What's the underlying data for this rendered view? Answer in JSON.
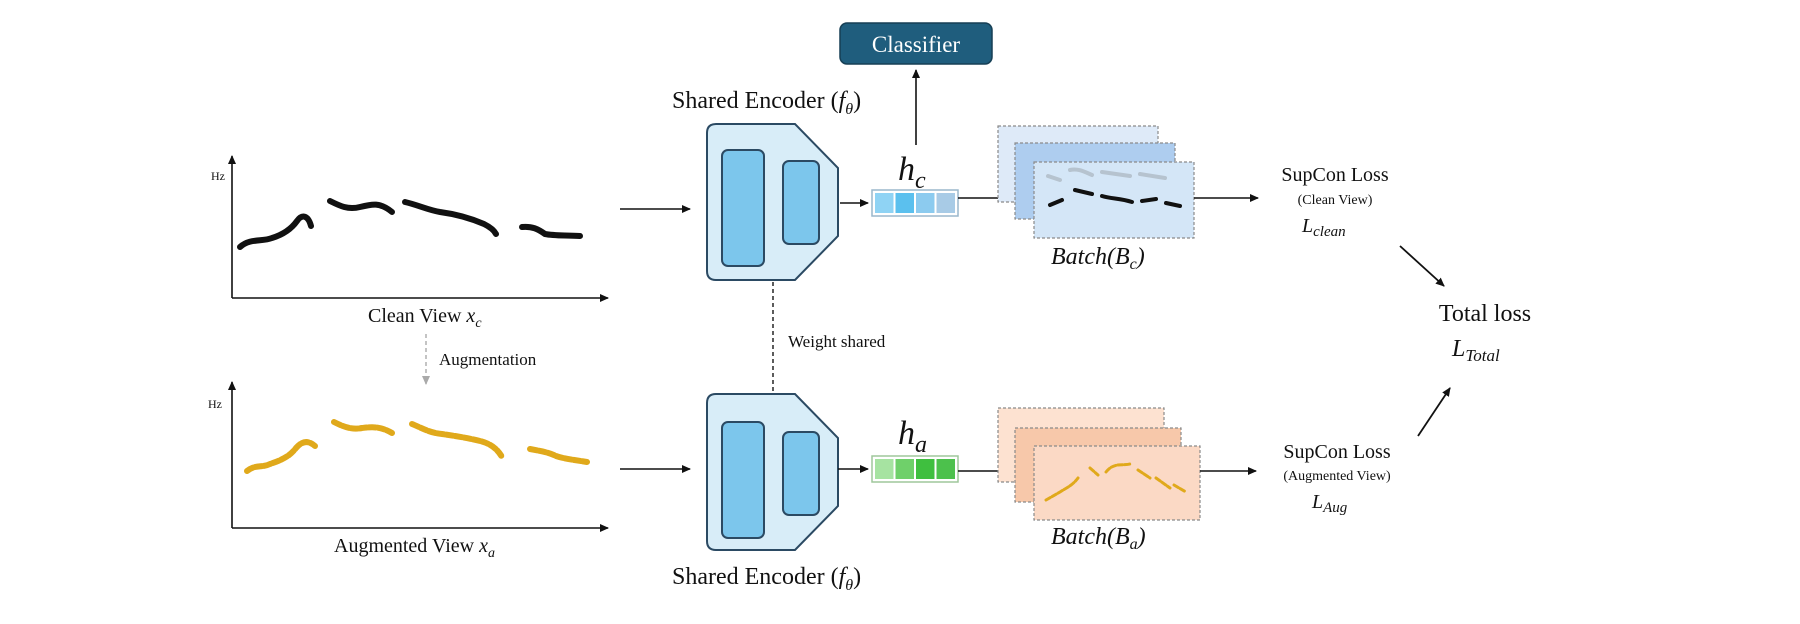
{
  "clean_plot": {
    "y_axis_label": "Hz",
    "caption": "Clean View",
    "caption_var": "x",
    "caption_sub": "c"
  },
  "augmentation_label": "Augmentation",
  "aug_plot": {
    "y_axis_label": "Hz",
    "caption": "Augmented View",
    "caption_var": "x",
    "caption_sub": "a"
  },
  "encoder_top": {
    "label": "Shared Encoder (",
    "fn": "f",
    "fn_sub": "θ",
    "close": ")"
  },
  "encoder_bottom": {
    "label": "Shared Encoder (",
    "fn": "f",
    "fn_sub": "θ",
    "close": ")"
  },
  "weight_shared_label": "Weight shared",
  "classifier": {
    "label": "Classifier",
    "color": "#1f5d7d"
  },
  "embedding_clean": {
    "var": "h",
    "sub": "c",
    "colors": [
      "#8fd3f4",
      "#5bc0ee",
      "#8ccbef",
      "#a8cbe6"
    ]
  },
  "embedding_aug": {
    "var": "h",
    "sub": "a",
    "colors": [
      "#a6e3a1",
      "#6fd06a",
      "#3fbf3f",
      "#4cc14c"
    ]
  },
  "batch_clean": {
    "label": "Batch(",
    "var": "B",
    "sub": "c",
    "close": ")",
    "fill": "#c8def3"
  },
  "batch_aug": {
    "label": "Batch(",
    "var": "B",
    "sub": "a",
    "close": ")",
    "fill": "#f9d4bd"
  },
  "loss_clean": {
    "title": "SupCon Loss",
    "subtitle": "(Clean View)",
    "var": "L",
    "sub": "clean"
  },
  "loss_aug": {
    "title": "SupCon Loss",
    "subtitle": "(Augmented View)",
    "var": "L",
    "sub": "Aug"
  },
  "total_loss": {
    "title": "Total loss",
    "var": "L",
    "sub": "Total"
  },
  "colors": {
    "clean_trace": "#111111",
    "aug_trace": "#e0a91b",
    "encoder_body": "#d8edf8",
    "encoder_block": "#7cc6ec",
    "encoder_stroke": "#2b4a63"
  }
}
